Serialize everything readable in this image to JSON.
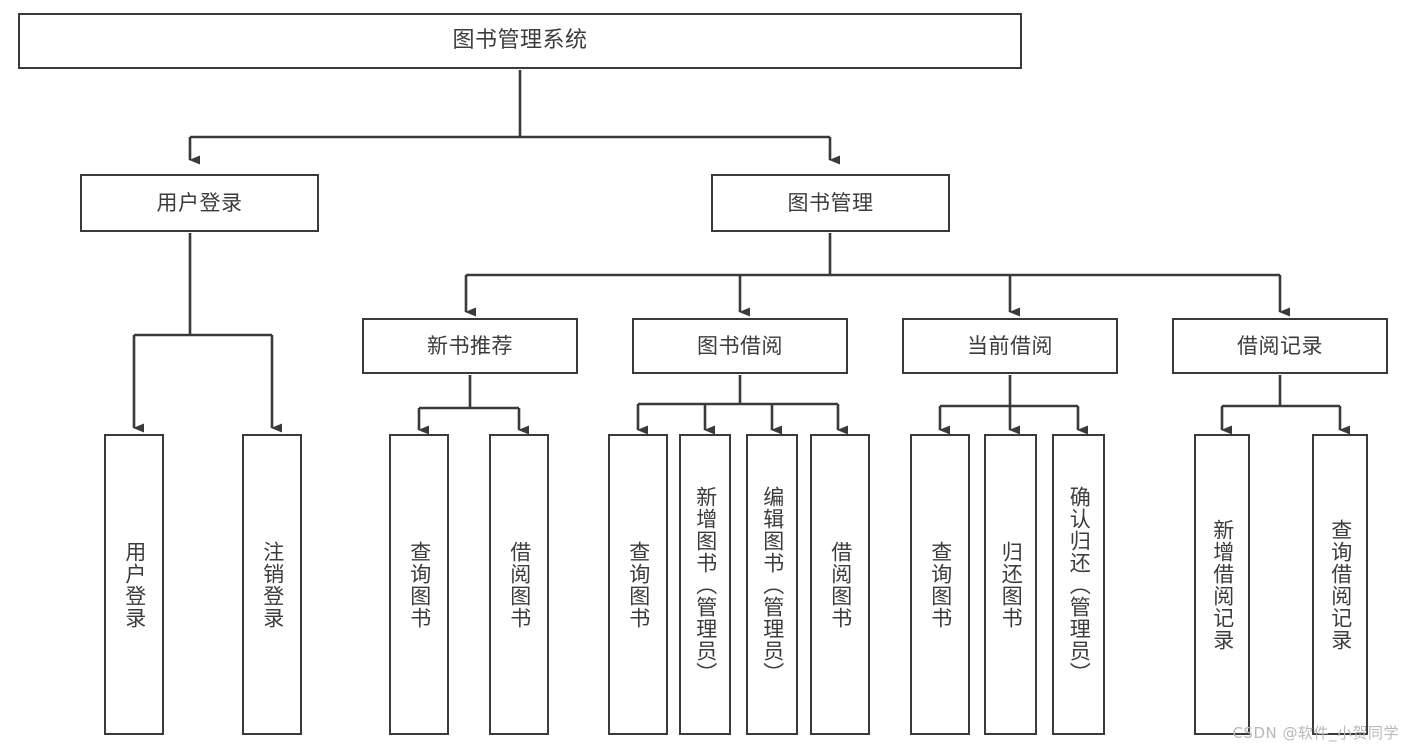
{
  "diagram": {
    "title": "图书管理系统",
    "watermark": "CSDN @软件_小贺同学",
    "colors": {
      "stroke": "#3a3a3a",
      "fill": "#ffffff",
      "text": "#3c3c3c",
      "watermark": "#b9b9b9",
      "background": "#ffffff"
    },
    "root": {
      "label": "图书管理系统"
    },
    "level2": [
      {
        "label": "用户登录"
      },
      {
        "label": "图书管理"
      }
    ],
    "level3": [
      {
        "label": "新书推荐"
      },
      {
        "label": "图书借阅"
      },
      {
        "label": "当前借阅"
      },
      {
        "label": "借阅记录"
      }
    ],
    "leaves": {
      "user_login": [
        {
          "label": "用户登录"
        },
        {
          "label": "注销登录"
        }
      ],
      "new_book_recommend": [
        {
          "label": "查询图书"
        },
        {
          "label": "借阅图书"
        }
      ],
      "book_borrow": [
        {
          "label": "查询图书"
        },
        {
          "label": "新增图书（管理员）"
        },
        {
          "label": "编辑图书（管理员）"
        },
        {
          "label": "借阅图书"
        }
      ],
      "current_borrow": [
        {
          "label": "查询图书"
        },
        {
          "label": "归还图书"
        },
        {
          "label": "确认归还（管理员）"
        }
      ],
      "borrow_record": [
        {
          "label": "新增借阅记录"
        },
        {
          "label": "查询借阅记录"
        }
      ]
    }
  }
}
